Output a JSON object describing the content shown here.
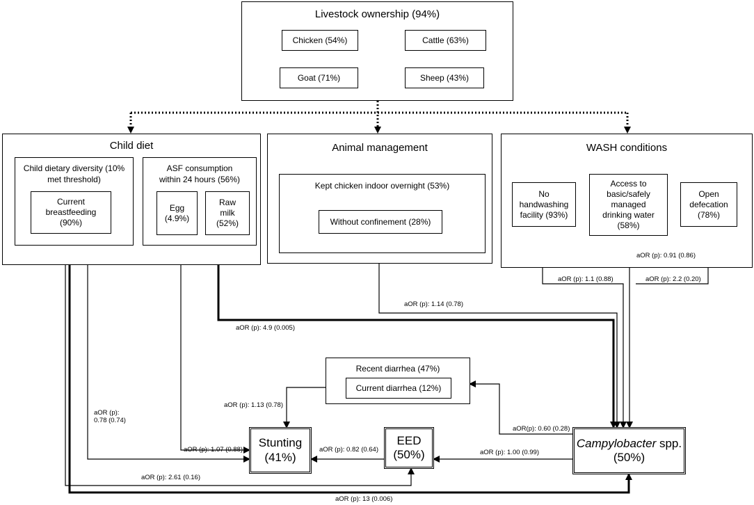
{
  "livestock": {
    "title": "Livestock ownership (94%)",
    "chicken": "Chicken (54%)",
    "cattle": "Cattle (63%)",
    "goat": "Goat (71%)",
    "sheep": "Sheep (43%)"
  },
  "child_diet": {
    "title": "Child diet",
    "diversity_line1": "Child dietary diversity (10%",
    "diversity_line2": "met threshold)",
    "breastfeeding_line1": "Current",
    "breastfeeding_line2": "breastfeeding",
    "breastfeeding_line3": "(90%)",
    "asf_line1": "ASF consumption",
    "asf_line2": "within 24 hours (56%)",
    "egg_line1": "Egg",
    "egg_line2": "(4.9%)",
    "milk_line1": "Raw",
    "milk_line2": "milk",
    "milk_line3": "(52%)"
  },
  "animal_management": {
    "title": "Animal management",
    "kept_chicken": "Kept chicken indoor overnight (53%)",
    "without_confinement": "Without confinement (28%)"
  },
  "wash": {
    "title": "WASH conditions",
    "handwashing_line1": "No",
    "handwashing_line2": "handwashing",
    "handwashing_line3": "facility (93%)",
    "water_line1": "Access to",
    "water_line2": "basic/safely",
    "water_line3": "managed",
    "water_line4": "drinking water",
    "water_line5": "(58%)",
    "defecation_line1": "Open",
    "defecation_line2": "defecation",
    "defecation_line3": "(78%)"
  },
  "diarrhea": {
    "recent": "Recent diarrhea (47%)",
    "current": "Current diarrhea (12%)"
  },
  "outcomes": {
    "stunting_line1": "Stunting",
    "stunting_line2": "(41%)",
    "eed_line1": "EED",
    "eed_line2": "(50%)",
    "campy_name": "Campylobacter",
    "campy_suffix": " spp.",
    "campy_line2": "(50%)"
  },
  "edge_labels": {
    "water": "aOR (p): 0.91 (0.86)",
    "handwashing": "aOR (p): 1.1 (0.88)",
    "defecation": "aOR (p): 2.2 (0.20)",
    "confinement": "aOR (p): 1.14 (0.78)",
    "milk": "aOR (p): 4.9 (0.005)",
    "diarrhea_stunting": "aOR (p): 1.13 (0.78)",
    "diversity_line1": "aOR (p):",
    "diversity_line2": "0.78 (0.74)",
    "egg_stunting": "aOR (p): 1.07 (0.88)",
    "eed_stunting": "aOR (p): 0.82 (0.64)",
    "campy_diarrhea": "aOR(p): 0.60 (0.28)",
    "campy_eed": "aOR (p): 1.00 (0.99)",
    "breastfeeding_eed": "aOR (p): 2.61 (0.16)",
    "breastfeeding_campy": "aOR (p): 13 (0.006)"
  }
}
